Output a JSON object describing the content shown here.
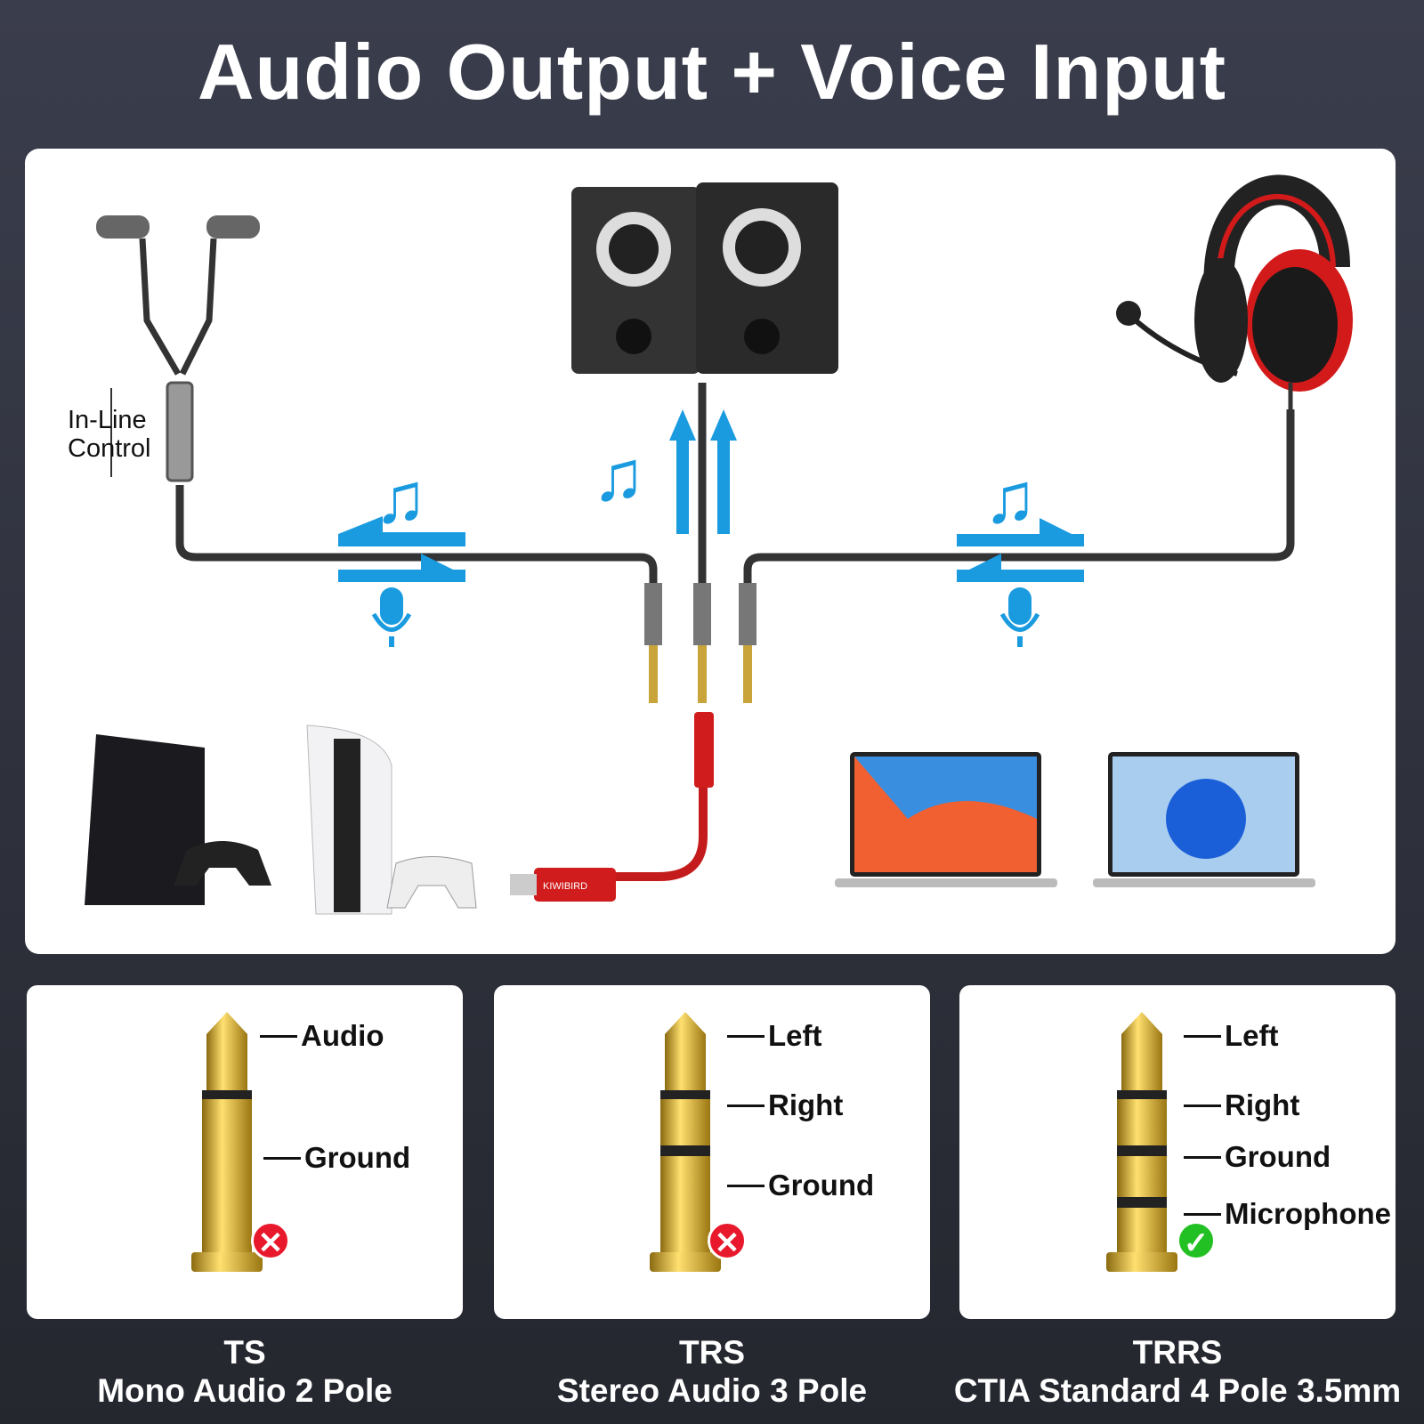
{
  "title": "Audio Output + Voice Input",
  "inline_control": {
    "line1": "In-Line",
    "line2": "Control"
  },
  "adapter_brand": "KIWIBIRD",
  "colors": {
    "arrow": "#1a9be0",
    "ok": "#22c022",
    "bad": "#e8192c"
  },
  "cards": [
    {
      "labels": [
        "Audio",
        "Ground"
      ],
      "type": "TS",
      "desc": "Mono Audio 2 Pole",
      "status": "✕"
    },
    {
      "labels": [
        "Left",
        "Right",
        "Ground"
      ],
      "type": "TRS",
      "desc": "Stereo Audio 3 Pole",
      "status": "✕"
    },
    {
      "labels": [
        "Left",
        "Right",
        "Ground",
        "Microphone"
      ],
      "type": "TRRS",
      "desc": "CTIA Standard 4 Pole 3.5mm",
      "status": "✓"
    }
  ]
}
